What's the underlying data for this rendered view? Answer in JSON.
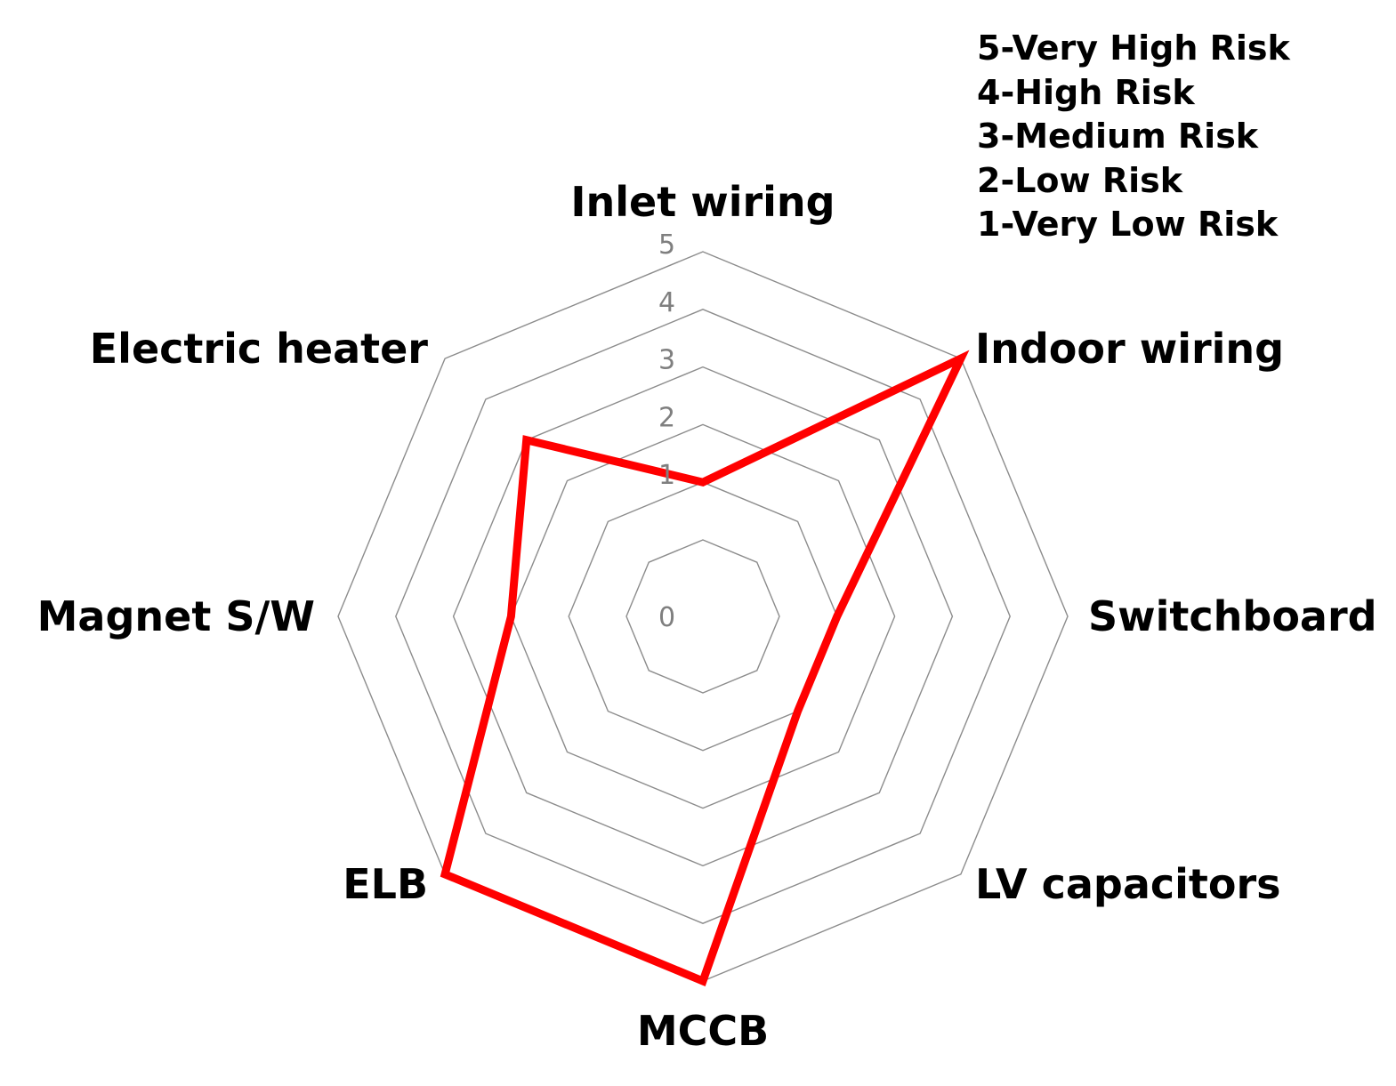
{
  "legend": {
    "items": [
      "5-Very High Risk",
      "4-High Risk",
      "3-Medium Risk",
      "2-Low Risk",
      "1-Very Low Risk"
    ]
  },
  "colors": {
    "series": "#ff0000",
    "grid": "#8c8c8c",
    "tick_text": "#7f7f7f",
    "label_text": "#000000"
  },
  "chart_data": {
    "type": "radar",
    "categories": [
      "Inlet wiring",
      "Indoor wiring",
      "Switchboard",
      "LV capacitors",
      "MCCB",
      "ELB",
      "Magnet S/W",
      "Electric heater"
    ],
    "series": [
      {
        "values": [
          1,
          5,
          1,
          1,
          5,
          5,
          2,
          3
        ]
      }
    ],
    "rlim": [
      0,
      5
    ],
    "ticks": [
      "0",
      "1",
      "2",
      "3",
      "4",
      "5"
    ],
    "grid": true
  }
}
